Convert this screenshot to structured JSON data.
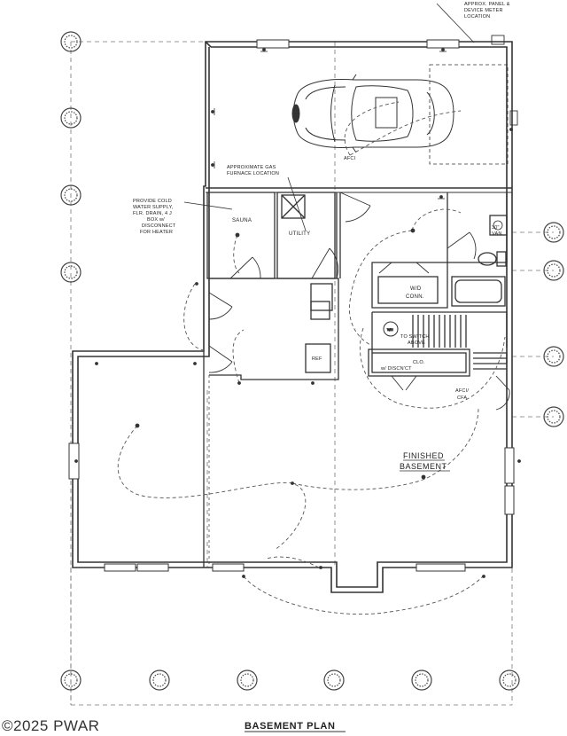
{
  "labels": {
    "panel_note": [
      "APPROX. PANEL &",
      "DEVICE METER",
      "LOCATION"
    ],
    "gas_note": [
      "APPROXIMATE GAS",
      "FURNACE LOCATION"
    ],
    "water_note": [
      "PROVIDE COLD",
      "WATER SUPPLY,",
      "FLR. DRAIN, 4 J",
      "BOX w/",
      "DISCONNECT",
      "FOR HEATER"
    ],
    "sauna": "SAUNA",
    "utility": "UTILITY",
    "wd": [
      "W/D",
      "CONN."
    ],
    "to_switch": [
      "TO SWITCH",
      "ABOVE"
    ],
    "closet": [
      "CLO.",
      "w/ DISCN'CT"
    ],
    "vanity": [
      "30\"",
      "VAN."
    ],
    "ref": "REF",
    "finished": [
      "FINISHED",
      "BASEMENT"
    ],
    "afci_a": "AFCI",
    "afci_b": [
      "AFCI/",
      "CFA"
    ],
    "title": "BASEMENT PLAN",
    "watermark": "©2025 PWAR"
  }
}
